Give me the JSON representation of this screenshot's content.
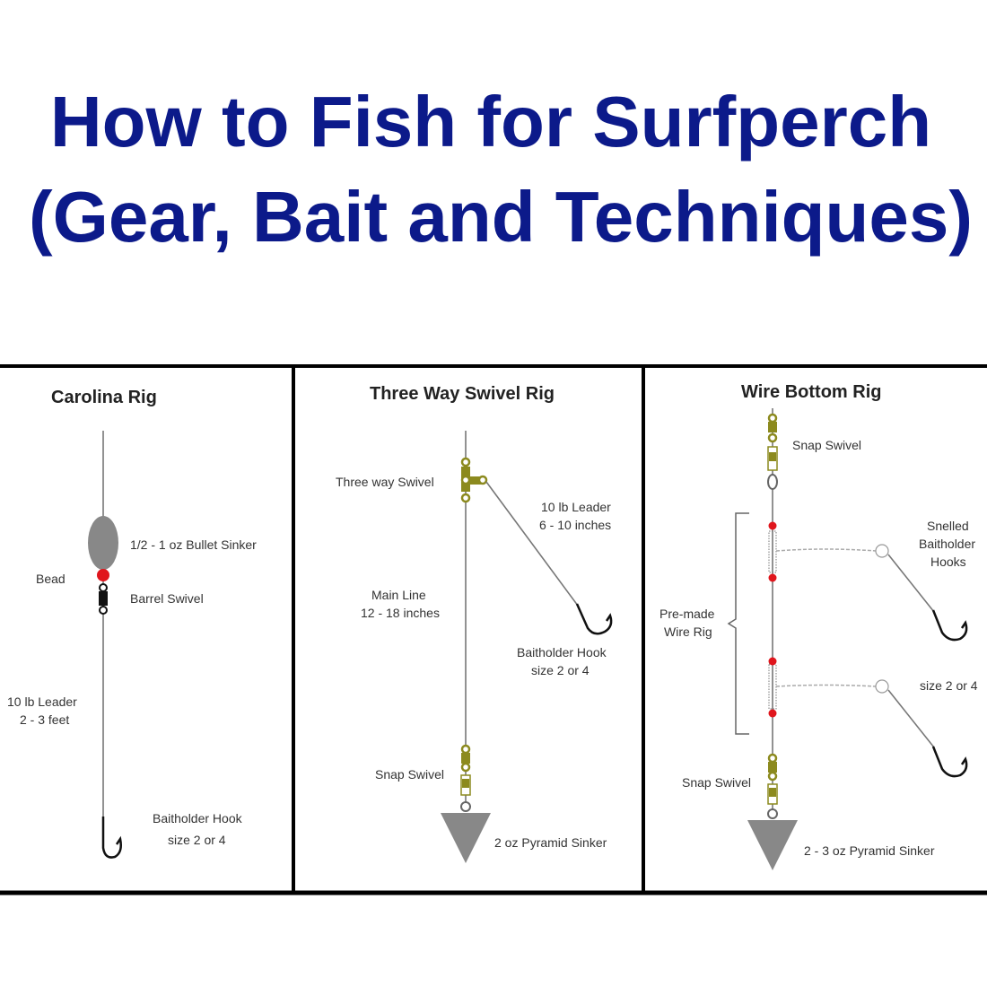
{
  "title": {
    "line1": "How to Fish for Surfperch",
    "line2": "(Gear, Bait and Techniques)"
  },
  "colors": {
    "title": "#0c1a8a",
    "bead": "#e0161d",
    "sinker": "#888888",
    "swivel": "#8c8a1e"
  },
  "panels": [
    {
      "title": "Carolina Rig",
      "labels": {
        "sinker": "1/2 - 1 oz Bullet Sinker",
        "bead": "Bead",
        "swivel": "Barrel Swivel",
        "leader1": "10 lb Leader",
        "leader2": "2 - 3 feet",
        "hook1": "Baitholder Hook",
        "hook2": "size 2 or 4"
      }
    },
    {
      "title": "Three Way Swivel Rig",
      "labels": {
        "swivel": "Three way Swivel",
        "leader1": "10 lb Leader",
        "leader2": "6 - 10 inches",
        "main1": "Main Line",
        "main2": "12 - 18 inches",
        "hook1": "Baitholder Hook",
        "hook2": "size 2 or 4",
        "snap": "Snap Swivel",
        "sinker": "2 oz Pyramid Sinker"
      }
    },
    {
      "title": "Wire Bottom Rig",
      "labels": {
        "snap_top": "Snap Swivel",
        "snelled1": "Snelled",
        "snelled2": "Baitholder",
        "snelled3": "Hooks",
        "wire1": "Pre-made",
        "wire2": "Wire Rig",
        "size": "size 2 or 4",
        "snap_bottom": "Snap Swivel",
        "sinker": "2 - 3 oz Pyramid Sinker"
      }
    }
  ]
}
